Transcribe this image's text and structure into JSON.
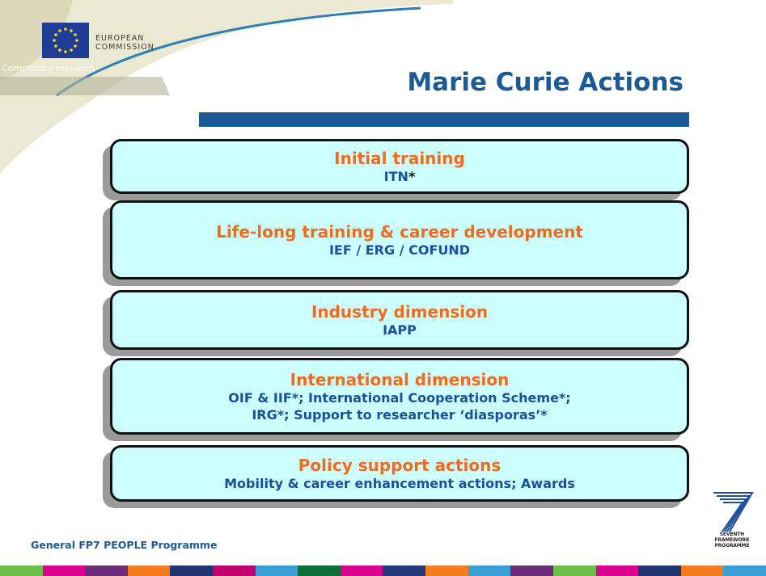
{
  "header": {
    "logo_org_line1": "EUROPEAN",
    "logo_org_line2": "COMMISSION",
    "community_text": "Community research",
    "title": "Marie Curie Actions"
  },
  "boxes": [
    {
      "heading": "Initial training",
      "sub1": "ITN",
      "sub1_star": "*"
    },
    {
      "heading": "Life-long training & career development",
      "sub1": "IEF / ERG / COFUND"
    },
    {
      "heading": "Industry dimension",
      "sub1": "IAPP"
    },
    {
      "heading": "International dimension",
      "sub1": "OIF & IIF*; International Cooperation Scheme*;",
      "sub2": "IRG*; Support to researcher ‘diasporas’*"
    },
    {
      "heading": "Policy support actions",
      "sub1": "Mobility & career enhancement actions; Awards"
    }
  ],
  "footer": {
    "text": "General FP7 PEOPLE Programme",
    "fp7_logo_line1": "SEVENTH FRAMEWORK",
    "fp7_logo_line2": "PROGRAMME"
  },
  "colors": {
    "title_blue": "#1c5a96",
    "heading_orange": "#f26b1d",
    "box_fill": "#ccffff",
    "stripe_colors": [
      "#6cbf4b",
      "#d8008c",
      "#6b2a7a",
      "#f47b20",
      "#20356f",
      "#c2006e",
      "#3a9fd4",
      "#0b6f3a",
      "#d8008c",
      "#23387a",
      "#f47b20",
      "#3a9fd4",
      "#6b2a7a",
      "#6cbf4b",
      "#d8008c",
      "#20356f",
      "#f47b20",
      "#3a9fd4"
    ]
  }
}
